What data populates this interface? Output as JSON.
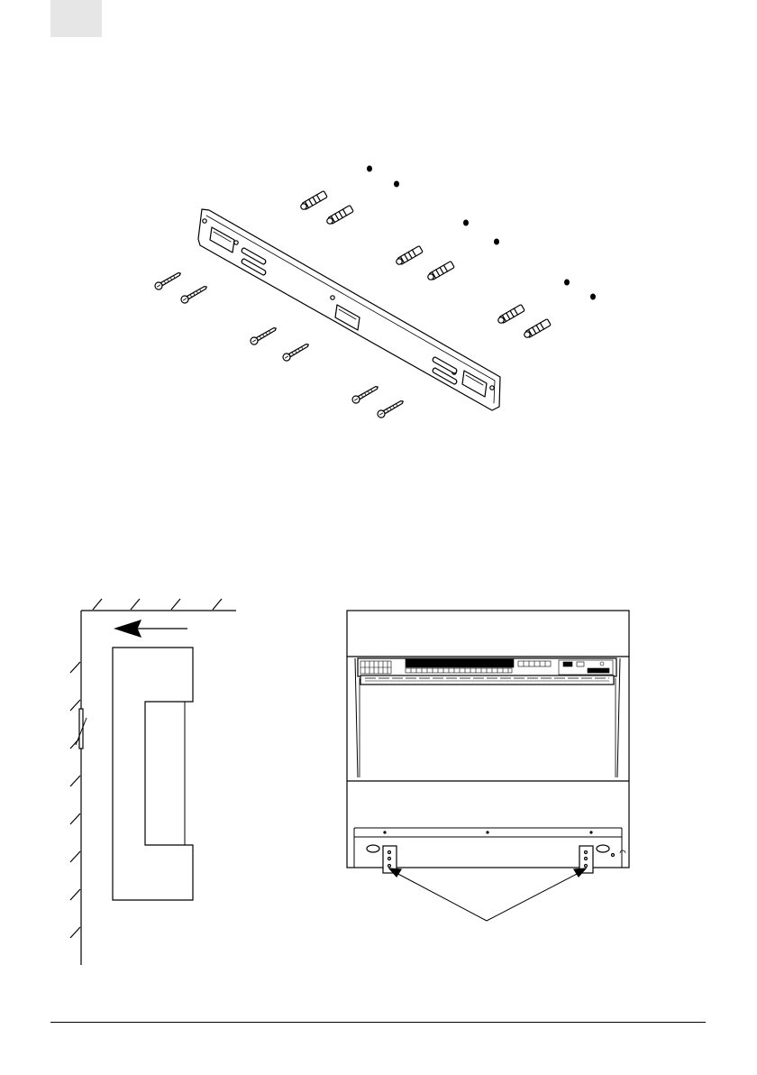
{
  "page": {
    "tab_color": "#e6e6e6",
    "line_color": "#000000"
  },
  "figures": [
    {
      "id": "mounting-bracket-exploded",
      "icon": "bracket-screws-plugs-drawing"
    },
    {
      "id": "side-view-wall-mount",
      "icon": "side-section-drawing"
    },
    {
      "id": "front-view-fireplace",
      "icon": "front-view-drawing"
    }
  ]
}
